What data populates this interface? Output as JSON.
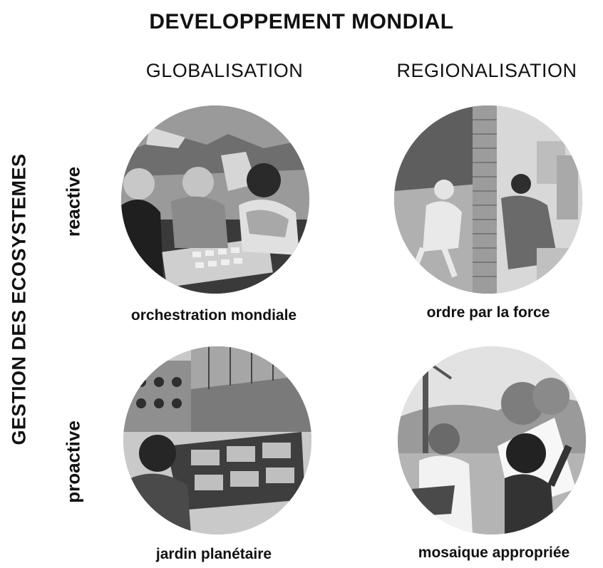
{
  "title": "DEVELOPPEMENT MONDIAL",
  "columns": [
    "GLOBALISATION",
    "REGIONALISATION"
  ],
  "vertical_axis": "GESTION DES ECOSYSTEMES",
  "rows": [
    "reactive",
    "proactive"
  ],
  "scenarios": [
    {
      "caption": "orchestration mondiale"
    },
    {
      "caption": "ordre par la force"
    },
    {
      "caption": "jardin planétaire"
    },
    {
      "caption": "mosaique appropriée"
    }
  ]
}
